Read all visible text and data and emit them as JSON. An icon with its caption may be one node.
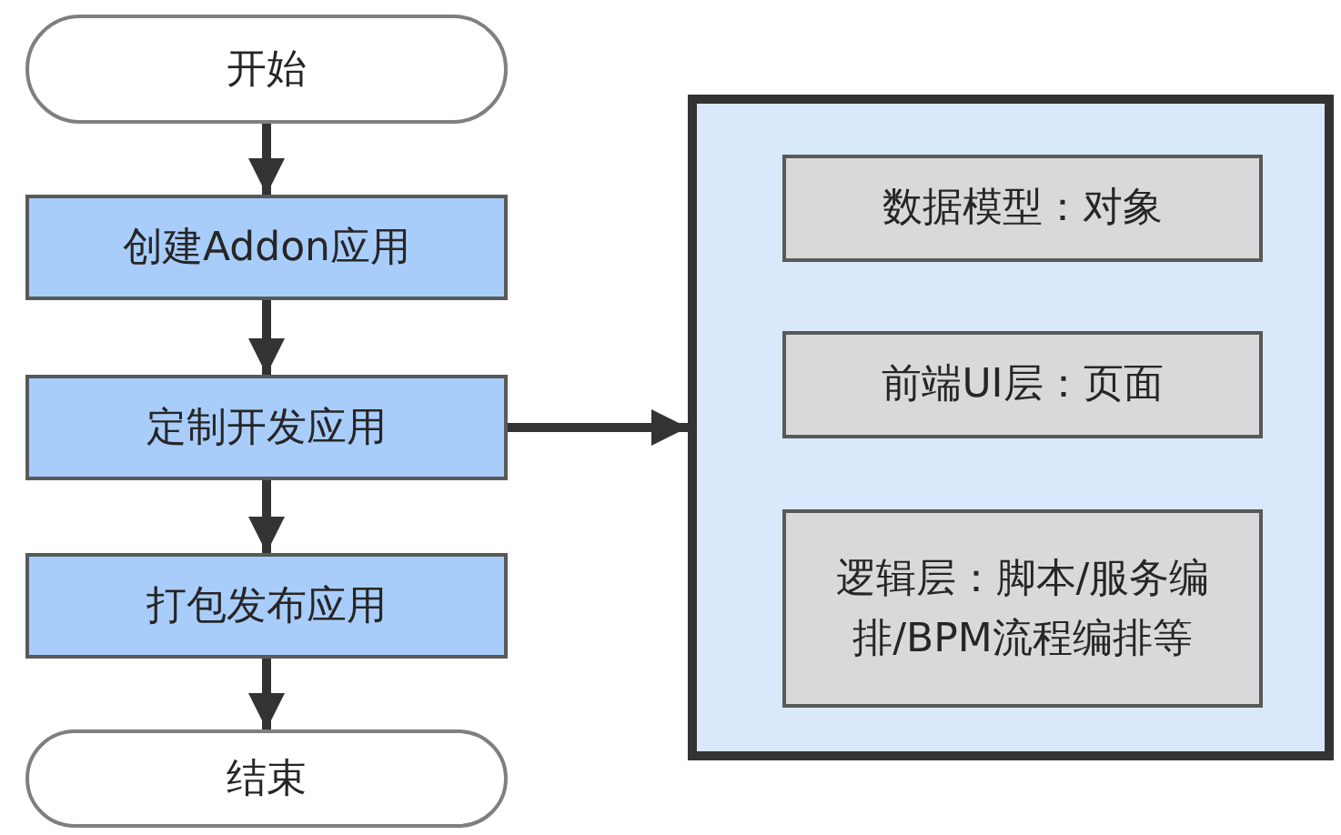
{
  "diagram": {
    "nodes": [
      {
        "text": [
          "开始"
        ]
      },
      {
        "text": [
          "创建Addon应用"
        ]
      },
      {
        "text": [
          "定制开发应用"
        ]
      },
      {
        "text": [
          "打包发布应用"
        ]
      },
      {
        "text": [
          "结束"
        ]
      },
      {
        "text": [],
        "shape": "box"
      },
      {
        "text": [
          "数据模型：对象"
        ],
        "in": 5
      },
      {
        "text": [
          "前端UI层：页面"
        ],
        "in": 5
      },
      {
        "text": [
          "逻辑层：脚本/服务编排/BPM流程编排等"
        ],
        "in": 5
      }
    ],
    "edges": [
      {
        "from": 0,
        "to": 1,
        "arrow": "to"
      },
      {
        "from": 1,
        "to": 2,
        "arrow": "to"
      },
      {
        "from": 2,
        "to": 3,
        "arrow": "to"
      },
      {
        "from": 3,
        "to": 4,
        "arrow": "to"
      },
      {
        "from": 2,
        "to": 5,
        "arrow": "to"
      }
    ]
  }
}
